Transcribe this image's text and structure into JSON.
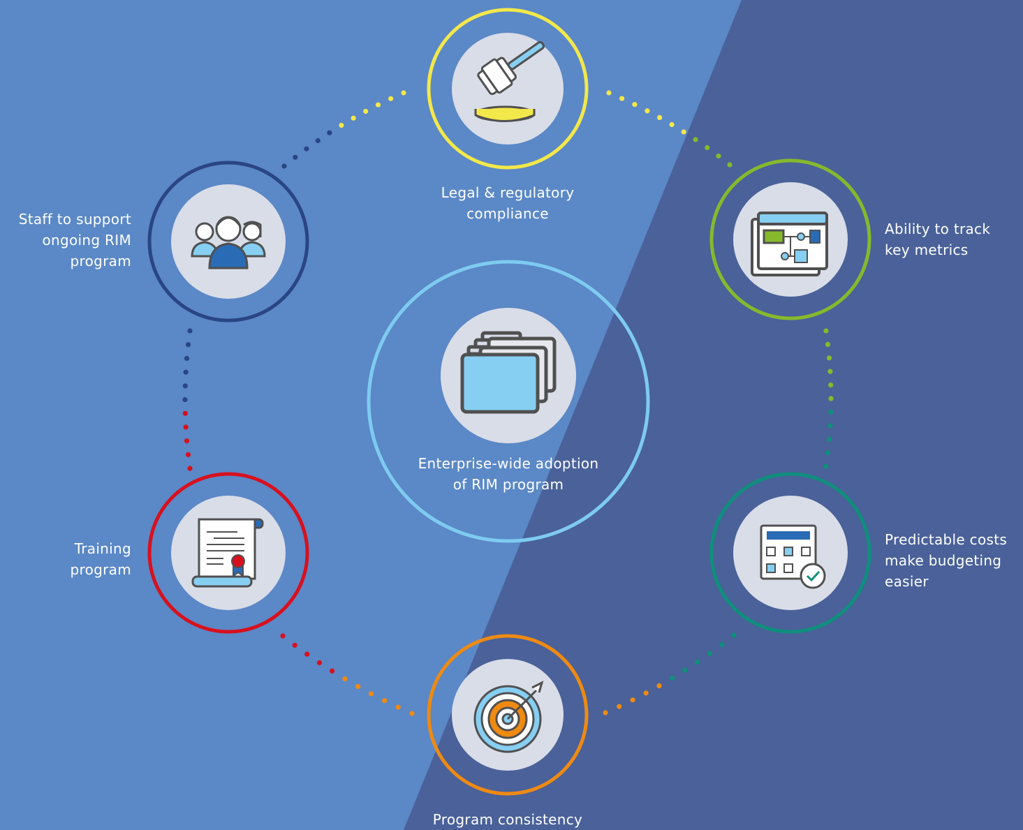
{
  "colors": {
    "bg_left": "#5b88c6",
    "bg_right": "#4a6199",
    "yellow": "#f3e84a",
    "green": "#86b92c",
    "teal": "#0f8f7c",
    "orange": "#ef8a12",
    "red": "#d8101e",
    "navy": "#2a4584",
    "light_blue": "#7ecbf0",
    "icon_fill": "#d9dde8"
  },
  "center": {
    "icon": "folder-stack-icon",
    "line1": "Enterprise-wide adoption",
    "line2": "of RIM program"
  },
  "nodes": [
    {
      "id": "legal",
      "icon": "gavel-icon",
      "color": "yellow",
      "lines": [
        "Legal & regulatory",
        "compliance"
      ]
    },
    {
      "id": "metrics",
      "icon": "flowchart-window-icon",
      "color": "green",
      "lines": [
        "Ability to track",
        "key metrics"
      ]
    },
    {
      "id": "costs",
      "icon": "calendar-check-icon",
      "color": "teal",
      "lines": [
        "Predictable costs",
        "make budgeting",
        "easier"
      ]
    },
    {
      "id": "consistency",
      "icon": "target-arrow-icon",
      "color": "orange",
      "lines": [
        "Program consistency"
      ]
    },
    {
      "id": "training",
      "icon": "certificate-icon",
      "color": "red",
      "lines": [
        "Training",
        "program"
      ]
    },
    {
      "id": "staff",
      "icon": "team-people-icon",
      "color": "navy",
      "lines": [
        "Staff to support",
        "ongoing RIM",
        "program"
      ]
    }
  ]
}
